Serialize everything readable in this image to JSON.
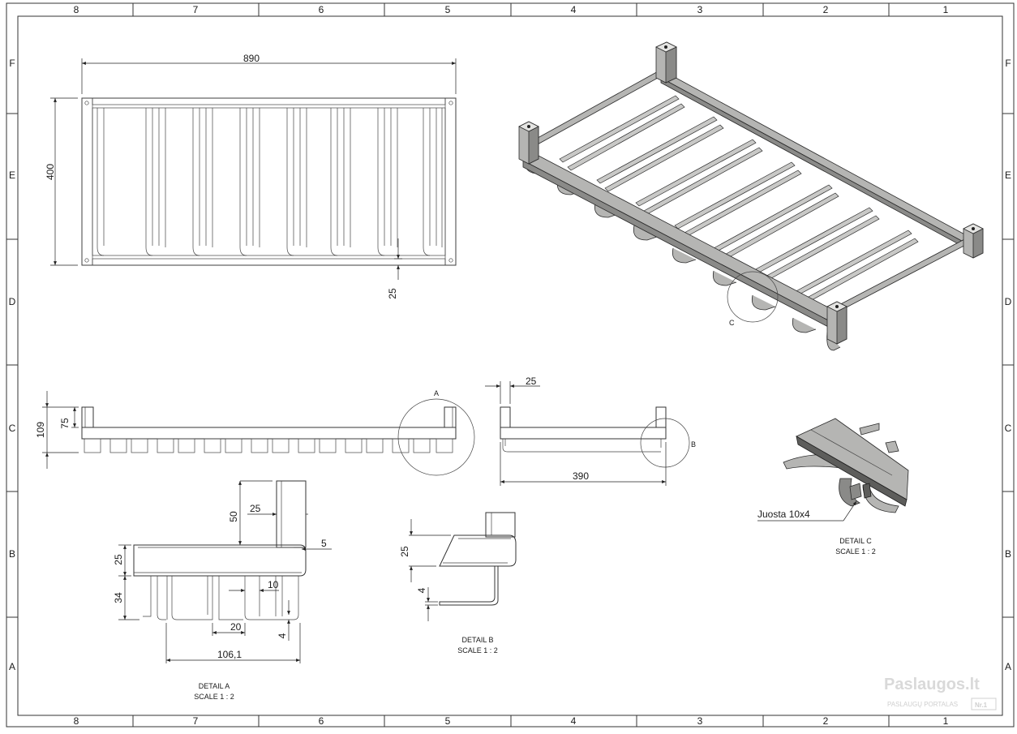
{
  "sheet": {
    "zones_columns": [
      "8",
      "7",
      "6",
      "5",
      "4",
      "3",
      "2",
      "1"
    ],
    "zones_rows": [
      "F",
      "E",
      "D",
      "C",
      "B",
      "A"
    ]
  },
  "top_view": {
    "dim_length": "890",
    "dim_width": "400",
    "dim_offset": "25"
  },
  "front_view": {
    "dim_total_height": "109",
    "dim_frame_height": "75",
    "detail_marker": "A"
  },
  "side_view": {
    "dim_post": "25",
    "dim_width": "390",
    "detail_marker": "B"
  },
  "iso_view": {
    "detail_marker": "C"
  },
  "detail_a": {
    "dims": {
      "post_height": "50",
      "post_width": "25",
      "wall": "5",
      "frame_height": "25",
      "hook_height": "34",
      "gap": "10",
      "hook_width": "20",
      "thickness": "4",
      "span": "106,1"
    },
    "title": "DETAIL A",
    "scale": "SCALE 1 : 2"
  },
  "detail_b": {
    "dims": {
      "frame_height": "25",
      "thickness": "4"
    },
    "title": "DETAIL B",
    "scale": "SCALE 1 : 2"
  },
  "detail_c": {
    "callout": "Juosta 10x4",
    "title": "DETAIL C",
    "scale": "SCALE 1 : 2"
  },
  "watermark": {
    "brand": "Paslaugos.lt",
    "subtitle": "PASLAUGŲ PORTALAS",
    "badge": "Nr.1"
  }
}
